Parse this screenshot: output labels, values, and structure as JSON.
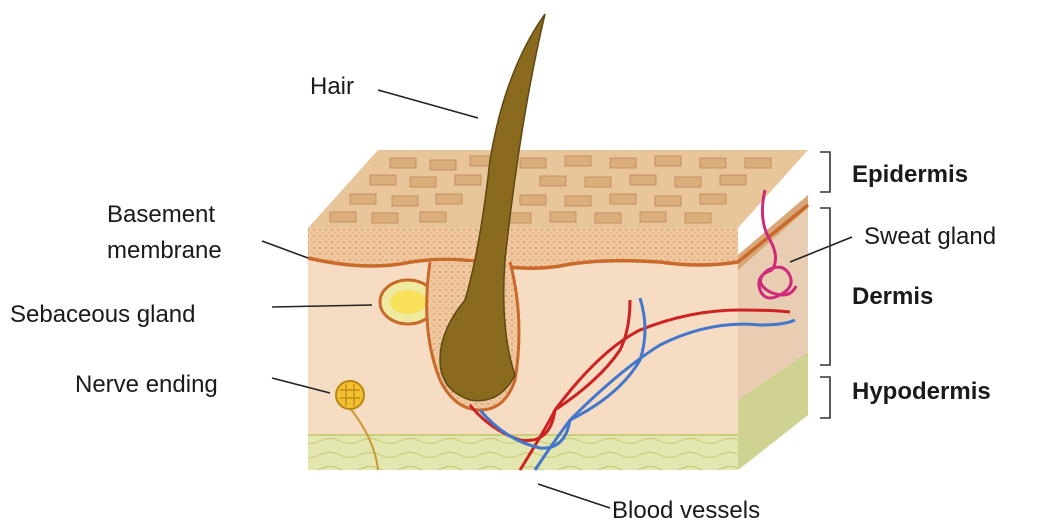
{
  "diagram": {
    "labels": {
      "hair": "Hair",
      "basement_line1": "Basement",
      "basement_line2": "membrane",
      "sebaceous": "Sebaceous gland",
      "nerve": "Nerve ending",
      "blood": "Blood vessels",
      "sweat": "Sweat gland",
      "epidermis": "Epidermis",
      "dermis": "Dermis",
      "hypodermis": "Hypodermis"
    },
    "colors": {
      "epidermis_top": "#d8b48a",
      "epidermis_band": "#e9c59a",
      "dermis": "#f6dcc2",
      "basement_line": "#c96a2a",
      "hypodermis": "#dfe2a8",
      "hair": "#8a6a1e",
      "artery": "#cc2222",
      "vein": "#4477cc",
      "sweat_gland": "#d02a7a",
      "nerve": "#e0b020"
    }
  }
}
